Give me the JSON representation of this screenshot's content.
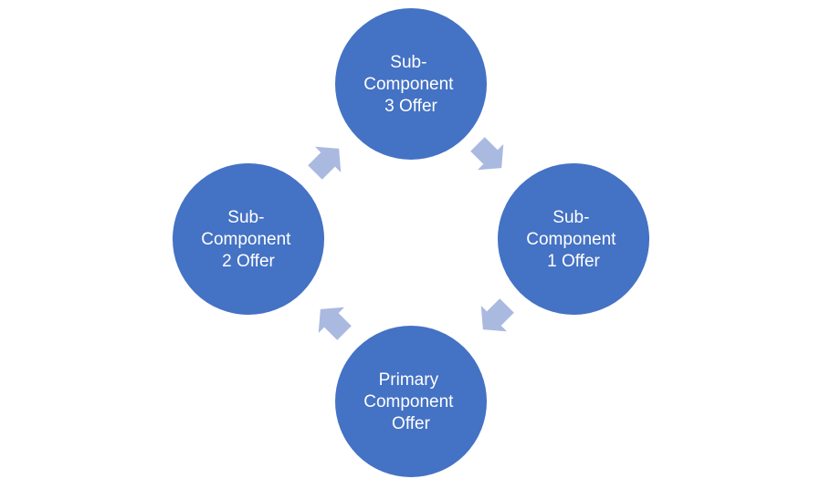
{
  "diagram": {
    "type": "cycle",
    "colors": {
      "node_fill": "#4472c4",
      "node_stroke": "#ffffff",
      "arrow_fill": "#aab9e0"
    },
    "nodes": [
      {
        "id": "sub3",
        "lines": [
          "Sub-",
          "Component",
          "3 Offer"
        ]
      },
      {
        "id": "sub1",
        "lines": [
          "Sub-",
          "Component",
          "1 Offer"
        ]
      },
      {
        "id": "primary",
        "lines": [
          "Primary",
          "Component",
          "Offer"
        ]
      },
      {
        "id": "sub2",
        "lines": [
          "Sub-",
          "Component",
          "2 Offer"
        ]
      }
    ],
    "edges": [
      {
        "from": "sub3",
        "to": "sub1"
      },
      {
        "from": "sub1",
        "to": "primary"
      },
      {
        "from": "primary",
        "to": "sub2"
      },
      {
        "from": "sub2",
        "to": "sub3"
      }
    ]
  }
}
